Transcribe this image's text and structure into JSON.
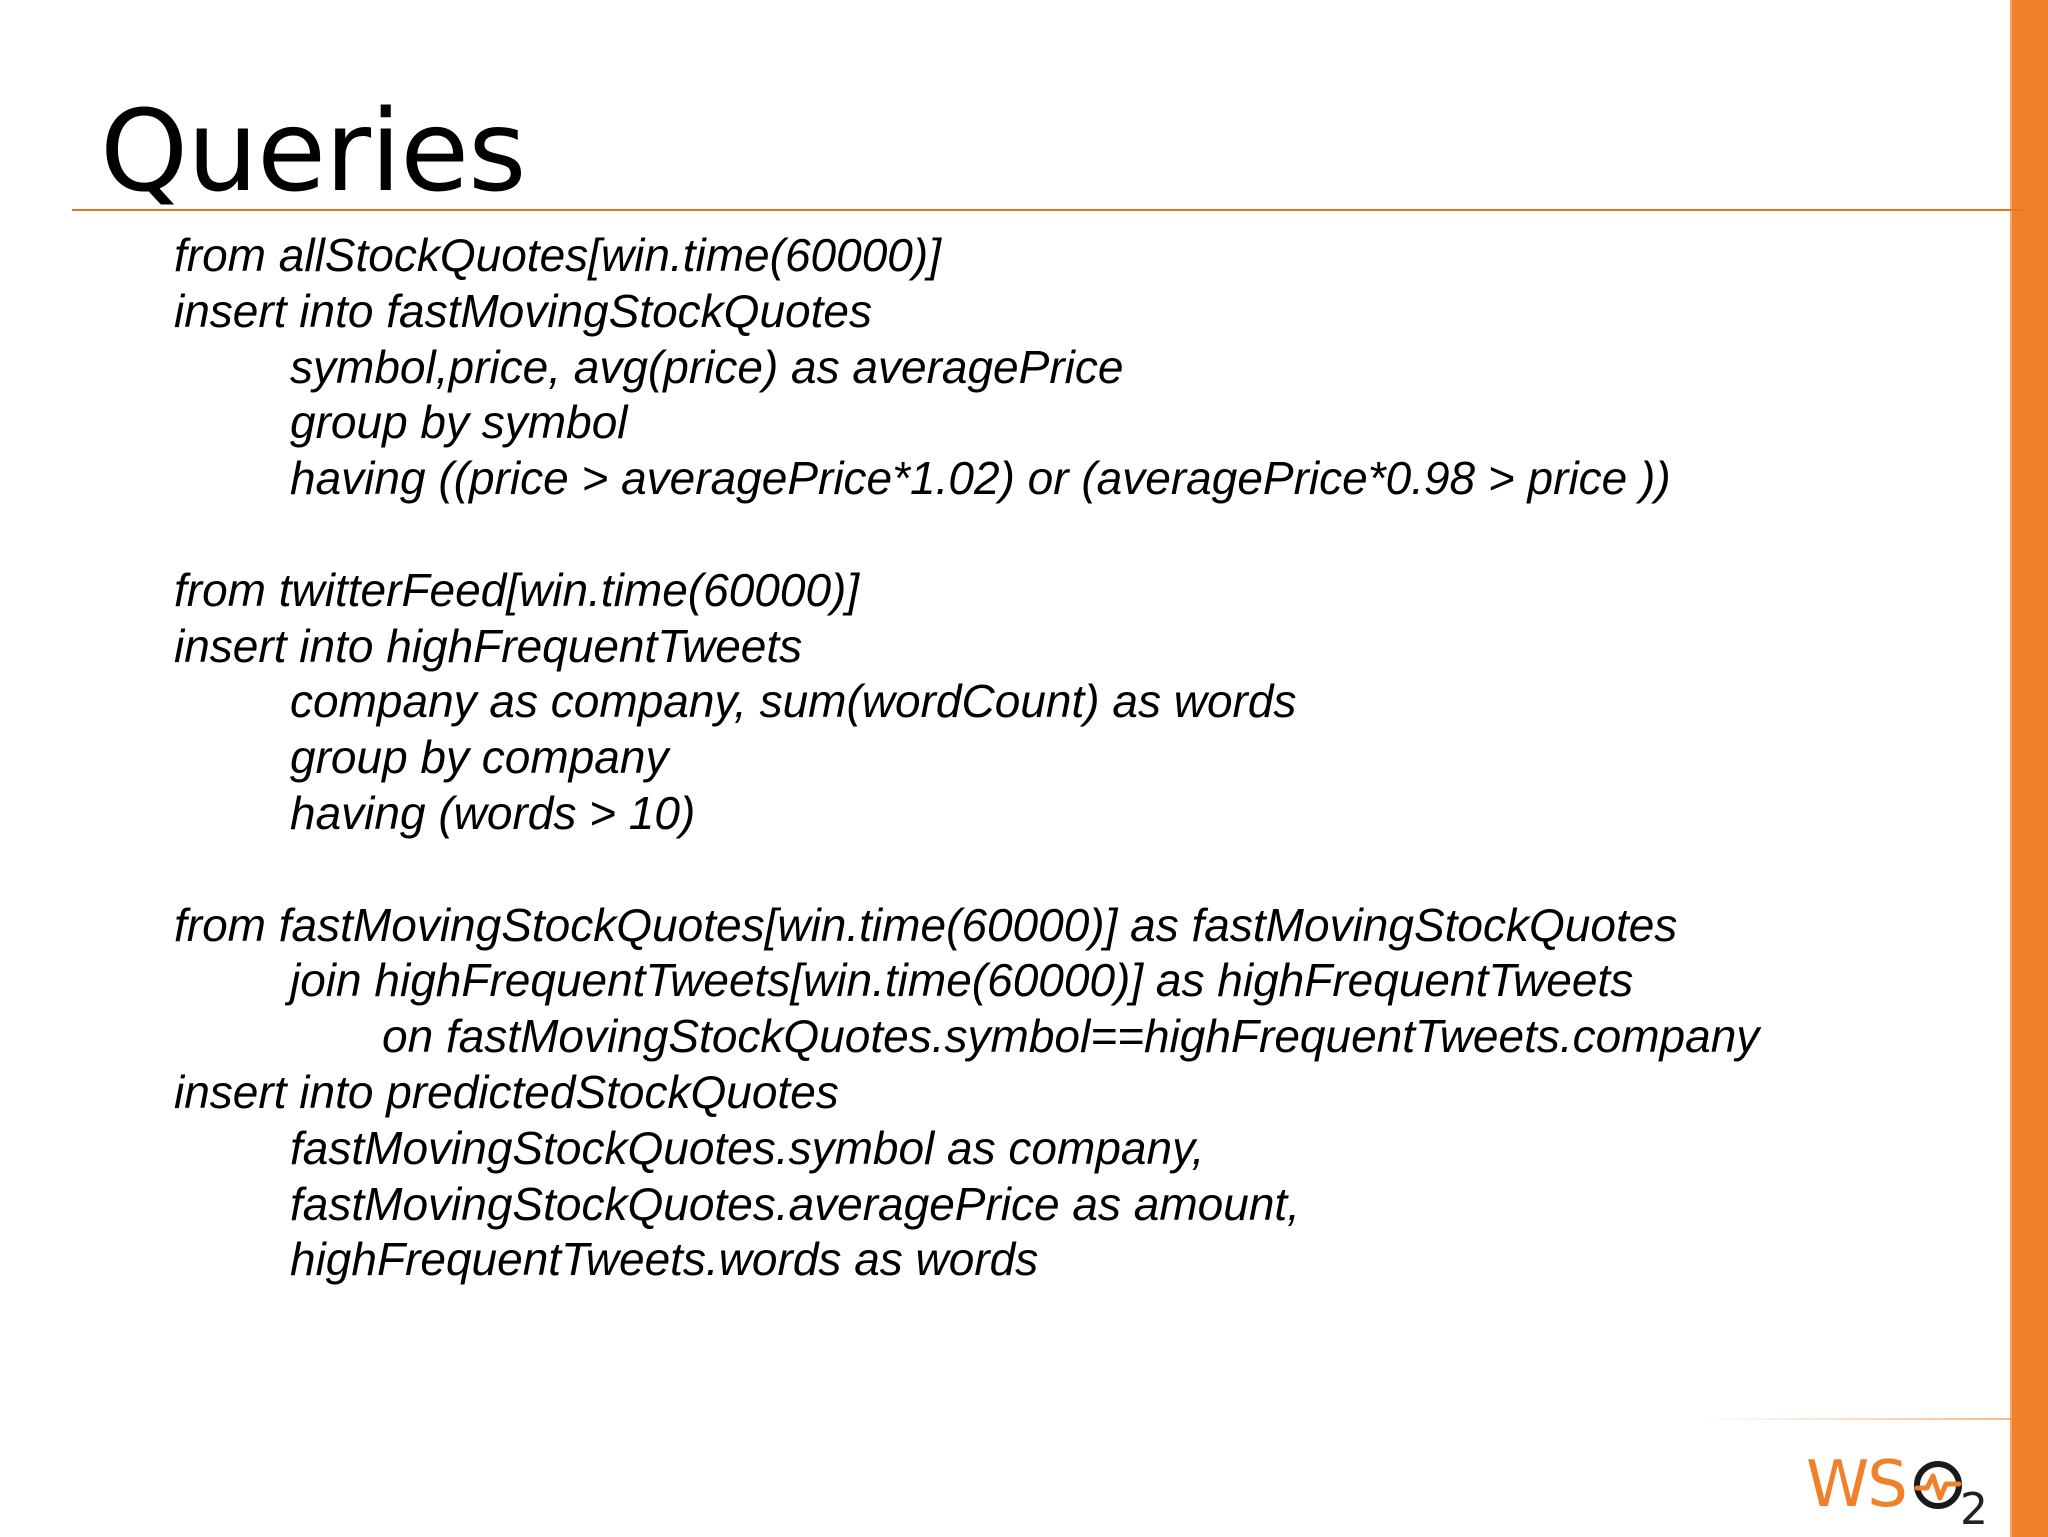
{
  "slide": {
    "title": "Queries",
    "code_lines": [
      {
        "indent": 0,
        "text": "from allStockQuotes[win.time(60000)]"
      },
      {
        "indent": 0,
        "text": "insert into fastMovingStockQuotes"
      },
      {
        "indent": 1,
        "text": "symbol,price, avg(price) as averagePrice"
      },
      {
        "indent": 1,
        "text": "group by symbol"
      },
      {
        "indent": 1,
        "text": "having ((price > averagePrice*1.02) or (averagePrice*0.98 > price ))"
      },
      {
        "indent": 0,
        "text": ""
      },
      {
        "indent": 0,
        "text": "from twitterFeed[win.time(60000)]"
      },
      {
        "indent": 0,
        "text": "insert into highFrequentTweets"
      },
      {
        "indent": 1,
        "text": "company as company, sum(wordCount) as words"
      },
      {
        "indent": 1,
        "text": "group by company"
      },
      {
        "indent": 1,
        "text": "having (words > 10)"
      },
      {
        "indent": 0,
        "text": ""
      },
      {
        "indent": 0,
        "text": "from fastMovingStockQuotes[win.time(60000)] as fastMovingStockQuotes"
      },
      {
        "indent": 1,
        "text": "join highFrequentTweets[win.time(60000)] as highFrequentTweets"
      },
      {
        "indent": 2,
        "text": "on fastMovingStockQuotes.symbol==highFrequentTweets.company"
      },
      {
        "indent": 0,
        "text": "insert into predictedStockQuotes"
      },
      {
        "indent": 1,
        "text": "fastMovingStockQuotes.symbol as company,"
      },
      {
        "indent": 1,
        "text": "fastMovingStockQuotes.averagePrice as amount,"
      },
      {
        "indent": 1,
        "text": "highFrequentTweets.words as words"
      }
    ]
  },
  "logo": {
    "brand_text": "WS",
    "subscript": "2",
    "icon": "wso2-logo-icon",
    "accent_color": "#f0812b"
  },
  "theme": {
    "accent": "#f0812b",
    "text": "#000000",
    "background": "#ffffff"
  }
}
